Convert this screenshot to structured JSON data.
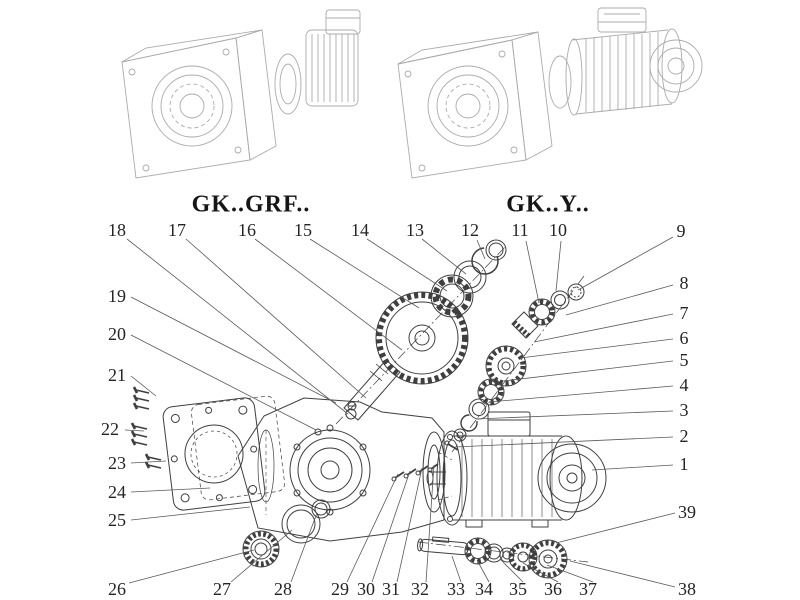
{
  "page": {
    "background": "#ffffff",
    "colors": {
      "art_line": "#3f3f3f",
      "faded_line": "#ababab",
      "leader_line": "#5a5a5a",
      "text": "#1d1d1d"
    }
  },
  "headings": {
    "left": "GK..GRF..",
    "right": "GK..Y.."
  },
  "callouts": {
    "1": "1",
    "2": "2",
    "3": "3",
    "4": "4",
    "5": "5",
    "6": "6",
    "7": "7",
    "8": "8",
    "9": "9",
    "10": "10",
    "11": "11",
    "12": "12",
    "13": "13",
    "14": "14",
    "15": "15",
    "16": "16",
    "17": "17",
    "18": "18",
    "19": "19",
    "20": "20",
    "21": "21",
    "22": "22",
    "23": "23",
    "24": "24",
    "25": "25",
    "26": "26",
    "27": "27",
    "28": "28",
    "29": "29",
    "30": "30",
    "31": "31",
    "32": "32",
    "33": "33",
    "34": "34",
    "35": "35",
    "36": "36",
    "37": "37",
    "38": "38",
    "39": "39"
  }
}
